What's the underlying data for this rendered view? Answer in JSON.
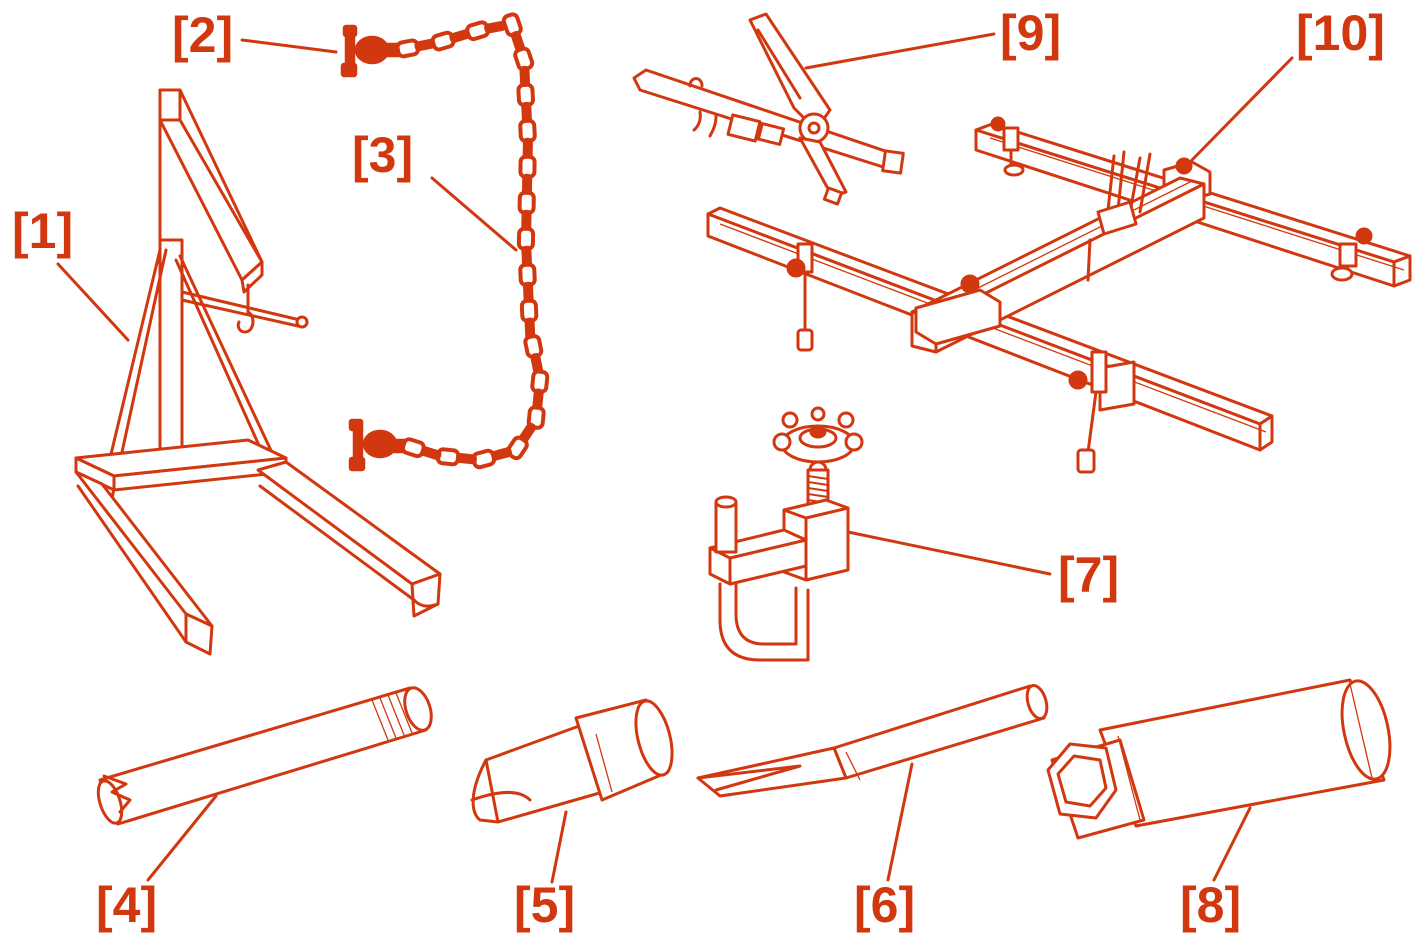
{
  "colors": {
    "ink": "#d2380f",
    "background": "#ffffff"
  },
  "labels": {
    "item1": "[1]",
    "item2": "[2]",
    "item3": "[3]",
    "item4": "[4]",
    "item5": "[5]",
    "item6": "[6]",
    "item7": "[7]",
    "item8": "[8]",
    "item9": "[9]",
    "item10": "[10]"
  }
}
